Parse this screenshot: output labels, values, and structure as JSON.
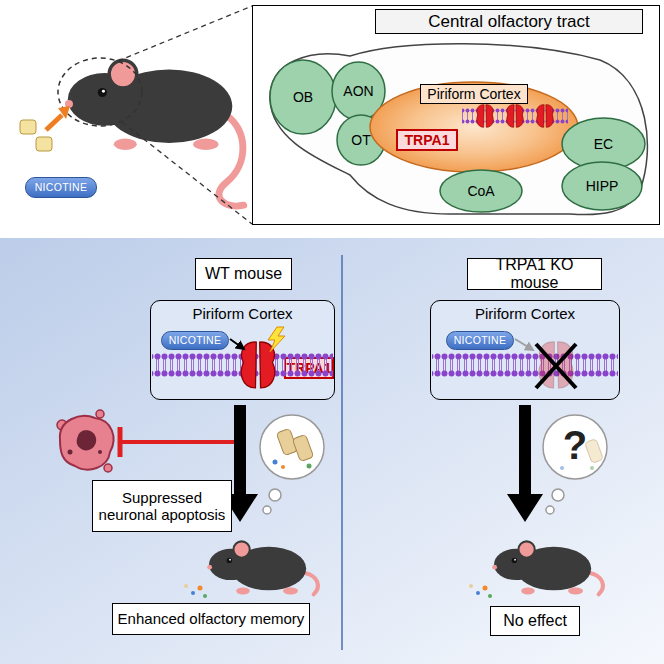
{
  "diagram": {
    "nodes": [
      {
        "text": [
          "NICOTINE"
        ]
      },
      {
        "text": [
          "Central olfactory tract"
        ]
      },
      {
        "text": [
          "OB"
        ],
        "in": 1
      },
      {
        "text": [
          "AON"
        ],
        "in": 1
      },
      {
        "text": [
          "OT"
        ],
        "in": 1
      },
      {
        "text": [
          "Piriform Cortex"
        ],
        "in": 1
      },
      {
        "text": [
          "TRPA1"
        ],
        "in": 5
      },
      {
        "text": [
          "EC"
        ],
        "in": 1
      },
      {
        "text": [
          "HIPP"
        ],
        "in": 1
      },
      {
        "text": [
          "CoA"
        ],
        "in": 1
      },
      {
        "text": [
          "WT mouse"
        ]
      },
      {
        "text": [
          "Piriform Cortex"
        ]
      },
      {
        "text": [
          "NICOTINE"
        ],
        "in": 11
      },
      {
        "text": [
          "TRPA1"
        ],
        "in": 11
      },
      {
        "text": [
          "Suppressed neuronal apoptosis"
        ]
      },
      {
        "text": [
          "Enhanced olfactory memory"
        ]
      },
      {
        "text": [
          "TRPA1 KO mouse"
        ]
      },
      {
        "text": [
          "Piriform Cortex"
        ]
      },
      {
        "text": [
          "NICOTINE"
        ],
        "in": 17
      },
      {
        "text": [
          "No effect"
        ]
      }
    ],
    "labels": [
      "?"
    ]
  }
}
